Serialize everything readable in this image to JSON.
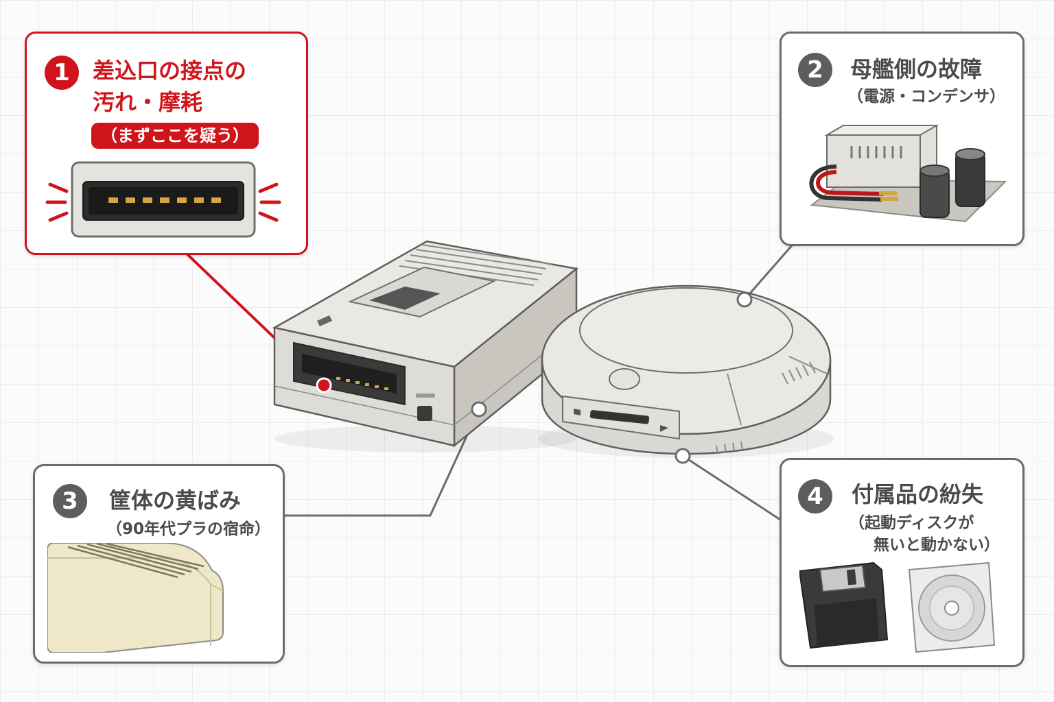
{
  "callouts": [
    {
      "number": "1",
      "title_line1": "差込口の接点の",
      "title_line2": "汚れ・摩耗",
      "tag": "（まずここを疑う）"
    },
    {
      "number": "2",
      "title": "母艦側の故障",
      "subtitle": "（電源・コンデンサ）"
    },
    {
      "number": "3",
      "title": "筐体の黄ばみ",
      "subtitle": "（90年代プラの宿命）"
    },
    {
      "number": "4",
      "title": "付属品の紛失",
      "subtitle_line1": "（起動ディスクが",
      "subtitle_line2": "無いと動かない）"
    }
  ],
  "colors": {
    "accent_red": "#d0141b",
    "neutral_gray": "#5d5d5d",
    "background": "#fbfbfb",
    "yellowed_plastic": "#efe8c8"
  },
  "icons": {
    "callout_1": "cartridge-slot-contacts-icon",
    "callout_2": "power-supply-capacitor-icon",
    "callout_3": "yellowed-case-icon",
    "callout_4": "floppy-disk-and-cd-icon"
  }
}
